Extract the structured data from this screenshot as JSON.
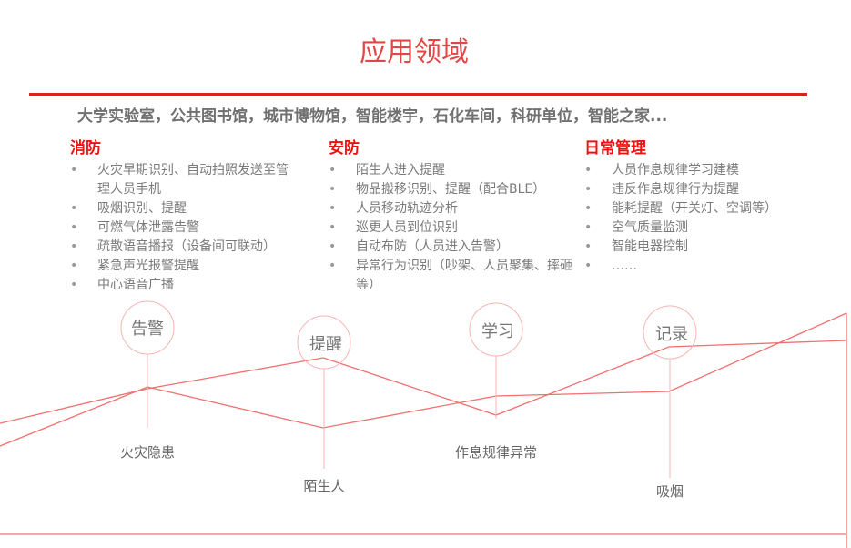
{
  "title": "应用领域",
  "subtitle": "大学实验室，公共图书馆，城市博物馆，智能楼宇，石化车间，科研单位，智能之家...",
  "columns": [
    {
      "heading": "消防",
      "items": [
        "火灾早期识别、自动拍照发送至管理人员手机",
        "吸烟识别、提醒",
        "可燃气体泄露告警",
        "疏散语音播报（设备间可联动）",
        "紧急声光报警提醒",
        "中心语音广播"
      ]
    },
    {
      "heading": "安防",
      "items": [
        "陌生人进入提醒",
        "物品搬移识别、提醒（配合BLE）",
        "人员移动轨迹分析",
        "巡更人员到位识别",
        "自动布防（人员进入告警）",
        "异常行为识别（吵架、人员聚集、摔砸等）"
      ]
    },
    {
      "heading": "日常管理",
      "items": [
        "人员作息规律学习建模",
        "违反作息规律行为提醒",
        "能耗提醒（开关灯、空调等）",
        "空气质量监测",
        "智能电器控制",
        "……"
      ]
    }
  ],
  "diagram": {
    "nodes": [
      {
        "top": "告警",
        "bottom": "火灾隐患"
      },
      {
        "top": "提醒",
        "bottom": "陌生人"
      },
      {
        "top": "学习",
        "bottom": "作息规律异常"
      },
      {
        "top": "记录",
        "bottom": "吸烟"
      }
    ]
  },
  "colors": {
    "accent": "#d8281e",
    "line": "#f07070",
    "circle": "#f5b5b5"
  }
}
